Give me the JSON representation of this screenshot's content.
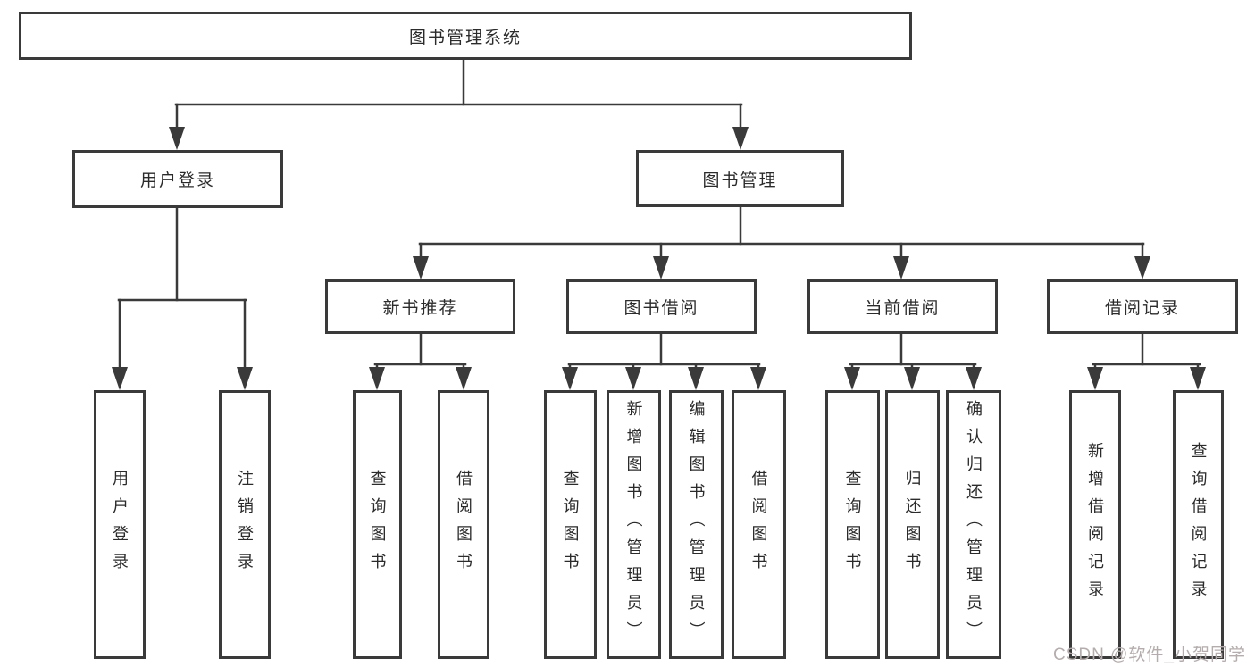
{
  "diagram": {
    "root": "图书管理系统",
    "branches": [
      {
        "label": "用户登录",
        "children": [
          "用户登录",
          "注销登录"
        ]
      },
      {
        "label": "图书管理",
        "children": [
          {
            "label": "新书推荐",
            "children": [
              "查询图书",
              "借阅图书"
            ]
          },
          {
            "label": "图书借阅",
            "children": [
              "查询图书",
              "新增图书（管理员）",
              "编辑图书（管理员）",
              "借阅图书"
            ]
          },
          {
            "label": "当前借阅",
            "children": [
              "查询图书",
              "归还图书",
              "确认归还（管理员）"
            ]
          },
          {
            "label": "借阅记录",
            "children": [
              "新增借阅记录",
              "查询借阅记录"
            ]
          }
        ]
      }
    ],
    "watermark": "CSDN @软件_小贺同学",
    "colors": {
      "line": "#3a3a3a",
      "box_border": "#3a3a3a",
      "text": "#2b2b2b",
      "watermark": "#b5adad",
      "background": "#ffffff"
    }
  }
}
